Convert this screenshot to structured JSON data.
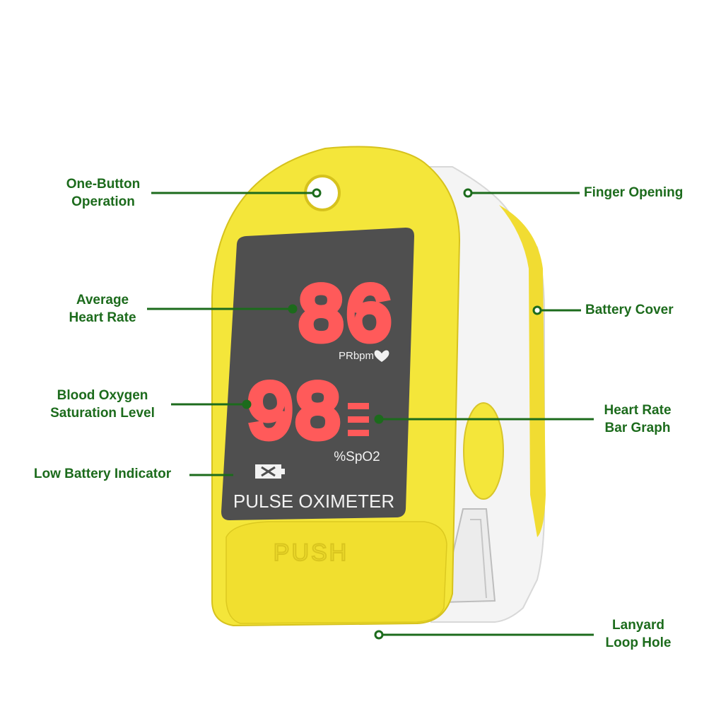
{
  "colors": {
    "label": "#1c6b1c",
    "body_yellow": "#f4e63a",
    "body_shade": "#e3cf1e",
    "side_white": "#f4f4f4",
    "screen": "#4f4f4f",
    "digit_red": "#ff5a5a",
    "screen_text": "#f2f2f2"
  },
  "device": {
    "heart_rate": "86",
    "heart_rate_unit": "PRbpm",
    "heart_icon": "heart-icon",
    "spo2": "98",
    "spo2_unit": "%SpO2",
    "bar_graph_segments": 3,
    "battery_icon": "battery-low-icon",
    "brand_label": "PULSE OXIMETER",
    "push_label": "PUSH"
  },
  "callouts": {
    "one_button": [
      "One-Button",
      "Operation"
    ],
    "avg_heart_rate": [
      "Average",
      "Heart Rate"
    ],
    "blood_oxygen": [
      "Blood Oxygen",
      "Saturation Level"
    ],
    "low_battery": [
      "Low Battery Indicator"
    ],
    "finger_opening": [
      "Finger Opening"
    ],
    "battery_cover": [
      "Battery Cover"
    ],
    "bar_graph": [
      "Heart Rate",
      "Bar Graph"
    ],
    "lanyard": [
      "Lanyard",
      "Loop Hole"
    ]
  }
}
